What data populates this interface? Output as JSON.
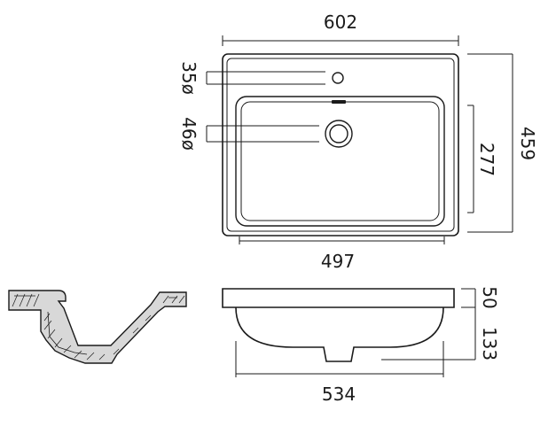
{
  "dimensions": {
    "top_width": "602",
    "bowl_width": "497",
    "base_width": "534",
    "overall_depth": "459",
    "bowl_depth": "277",
    "rim_height": "50",
    "bowl_height": "133",
    "tap_hole": "35ø",
    "waste_hole": "46ø"
  }
}
